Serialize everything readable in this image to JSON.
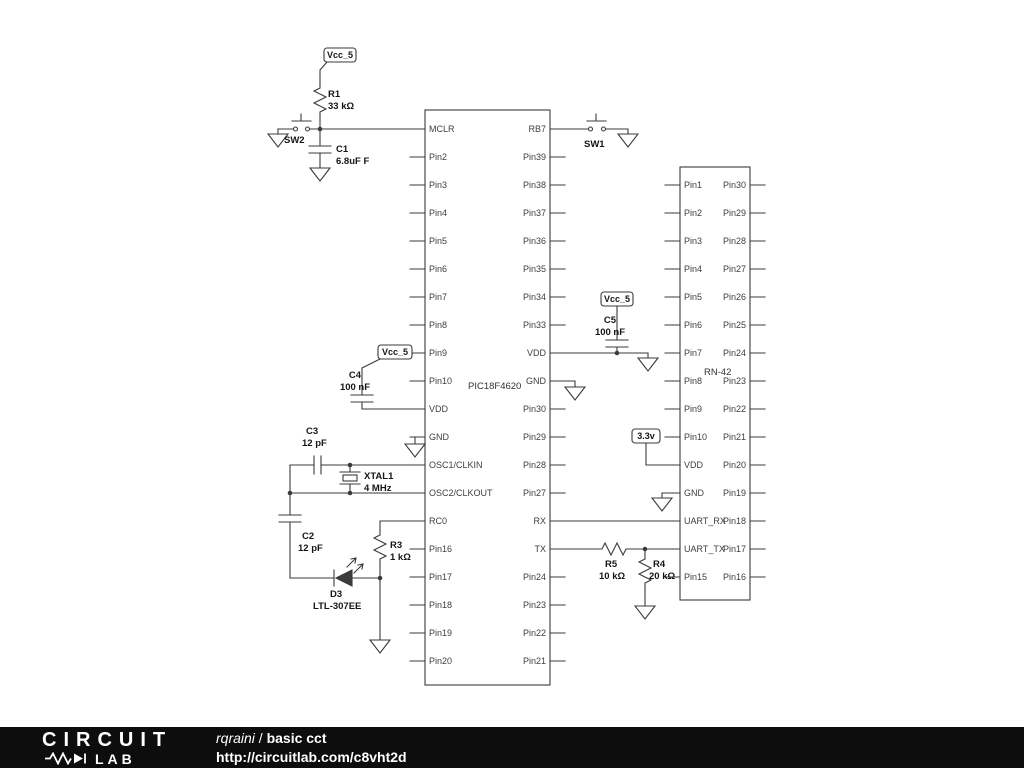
{
  "colors": {
    "wire": "#3b3b3b",
    "label_text": "#161616",
    "footer_bg": "#0d0d0d",
    "canvas_bg": "#ffffff"
  },
  "schematic": {
    "ics": {
      "pic": {
        "name": "PIC18F4620",
        "left_pins": [
          "MCLR",
          "Pin2",
          "Pin3",
          "Pin4",
          "Pin5",
          "Pin6",
          "Pin7",
          "Pin8",
          "Pin9",
          "Pin10",
          "VDD",
          "GND",
          "OSC1/CLKIN",
          "OSC2/CLKOUT",
          "RC0",
          "Pin16",
          "Pin17",
          "Pin18",
          "Pin19",
          "Pin20"
        ],
        "right_pins": [
          "RB7",
          "Pin39",
          "Pin38",
          "Pin37",
          "Pin36",
          "Pin35",
          "Pin34",
          "Pin33",
          "VDD",
          "GND",
          "Pin30",
          "Pin29",
          "Pin28",
          "Pin27",
          "RX",
          "TX",
          "Pin24",
          "Pin23",
          "Pin22",
          "Pin21"
        ]
      },
      "rn42": {
        "name": "RN-42",
        "left_pins": [
          "Pin1",
          "Pin2",
          "Pin3",
          "Pin4",
          "Pin5",
          "Pin6",
          "Pin7",
          "Pin8",
          "Pin9",
          "Pin10",
          "VDD",
          "GND",
          "UART_RX",
          "UART_TX",
          "Pin15"
        ],
        "right_pins": [
          "Pin30",
          "Pin29",
          "Pin28",
          "Pin27",
          "Pin26",
          "Pin25",
          "Pin24",
          "Pin23",
          "Pin22",
          "Pin21",
          "Pin20",
          "Pin19",
          "Pin18",
          "Pin17",
          "Pin16"
        ]
      }
    },
    "components": {
      "r1": {
        "ref": "R1",
        "value": "33 kΩ"
      },
      "sw2": {
        "ref": "SW2"
      },
      "c1": {
        "ref": "C1",
        "value": "6.8uF F"
      },
      "sw1": {
        "ref": "SW1"
      },
      "c5": {
        "ref": "C5",
        "value": "100 nF"
      },
      "c4": {
        "ref": "C4",
        "value": "100 nF"
      },
      "c3": {
        "ref": "C3",
        "value": "12 pF"
      },
      "xtal1": {
        "ref": "XTAL1",
        "value": "4 MHz"
      },
      "c2": {
        "ref": "C2",
        "value": "12 pF"
      },
      "r3": {
        "ref": "R3",
        "value": "1 kΩ"
      },
      "d3": {
        "ref": "D3",
        "value": "LTL-307EE"
      },
      "r5": {
        "ref": "R5",
        "value": "10 kΩ"
      },
      "r4": {
        "ref": "R4",
        "value": "20 kΩ"
      }
    },
    "flags": {
      "vcc_r1": "Vcc_5",
      "vcc_c4": "Vcc_5",
      "vcc_c5": "Vcc_5",
      "v33": "3.3v"
    }
  },
  "footer": {
    "logo_top": "CIRCUIT",
    "logo_bottom": "LAB",
    "author": "rqraini",
    "separator": " / ",
    "title": "basic cct",
    "url": "http://circuitlab.com/c8vht2d"
  }
}
